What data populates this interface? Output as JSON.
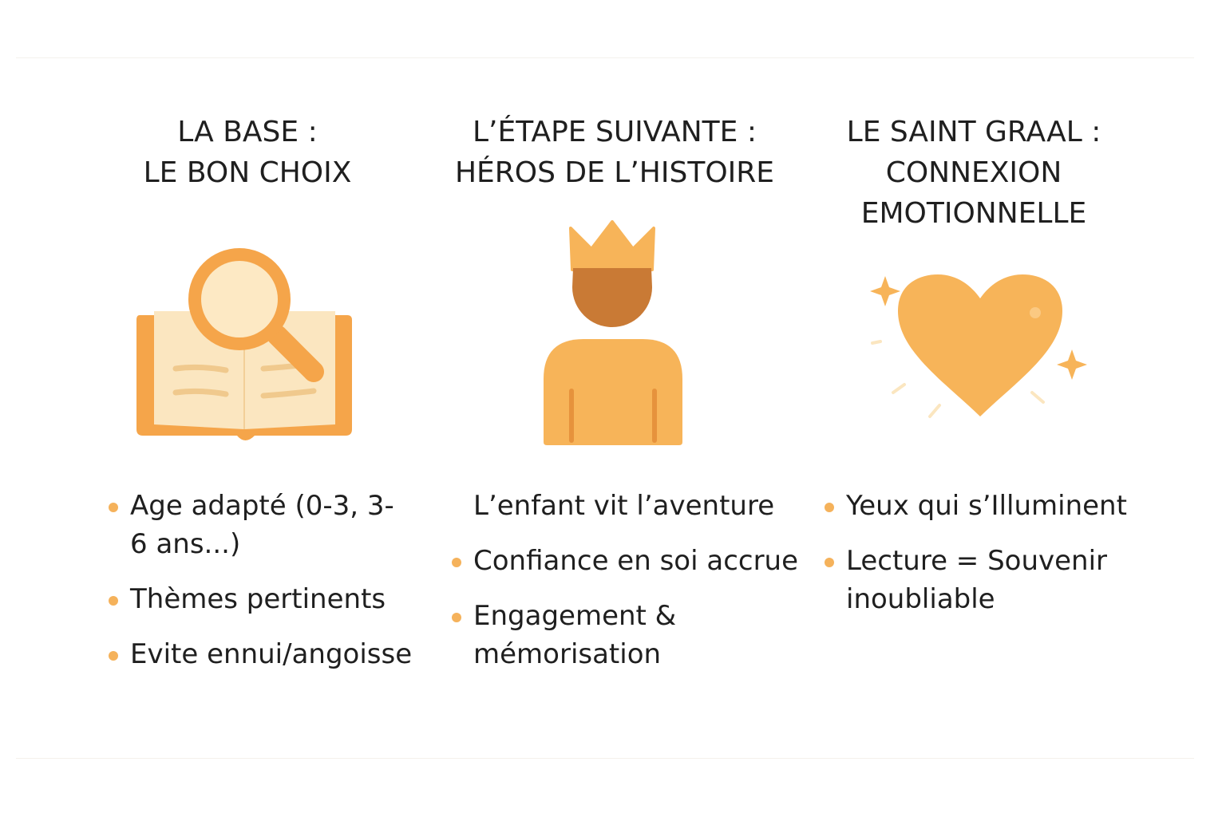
{
  "columns": [
    {
      "title_lines": [
        "LA BASE :",
        "LE BON CHOIX"
      ],
      "icon": "book-magnifier-icon",
      "bullets": [
        {
          "text": "Age adapté (0-3, 3-6 ans...)",
          "dot": true
        },
        {
          "text": "Thèmes pertinents",
          "dot": true
        },
        {
          "text": "Evite ennui/angoisse",
          "dot": true
        }
      ]
    },
    {
      "title_lines": [
        "L’ÉTAPE SUIVANTE :",
        "HÉROS DE L’HISTOIRE"
      ],
      "icon": "crowned-child-icon",
      "bullets": [
        {
          "text": "L’enfant vit l’aventure",
          "dot": false
        },
        {
          "text": "Confiance en soi accrue",
          "dot": true
        },
        {
          "text": "Engagement & mémorisation",
          "dot": true
        }
      ]
    },
    {
      "title_lines": [
        "LE SAINT GRAAL :",
        "CONNEXION",
        "EMOTIONNELLE"
      ],
      "icon": "sparkling-heart-icon",
      "bullets": [
        {
          "text": "Yeux qui s’Illuminent",
          "dot": true
        },
        {
          "text": "Lecture = Souvenir inoubliable",
          "dot": true
        }
      ]
    }
  ],
  "colors": {
    "primary": "#f5a54a",
    "light": "#fbe6c0",
    "dark": "#c97a35",
    "accent": "#f7b459",
    "text": "#1f1f1f"
  }
}
